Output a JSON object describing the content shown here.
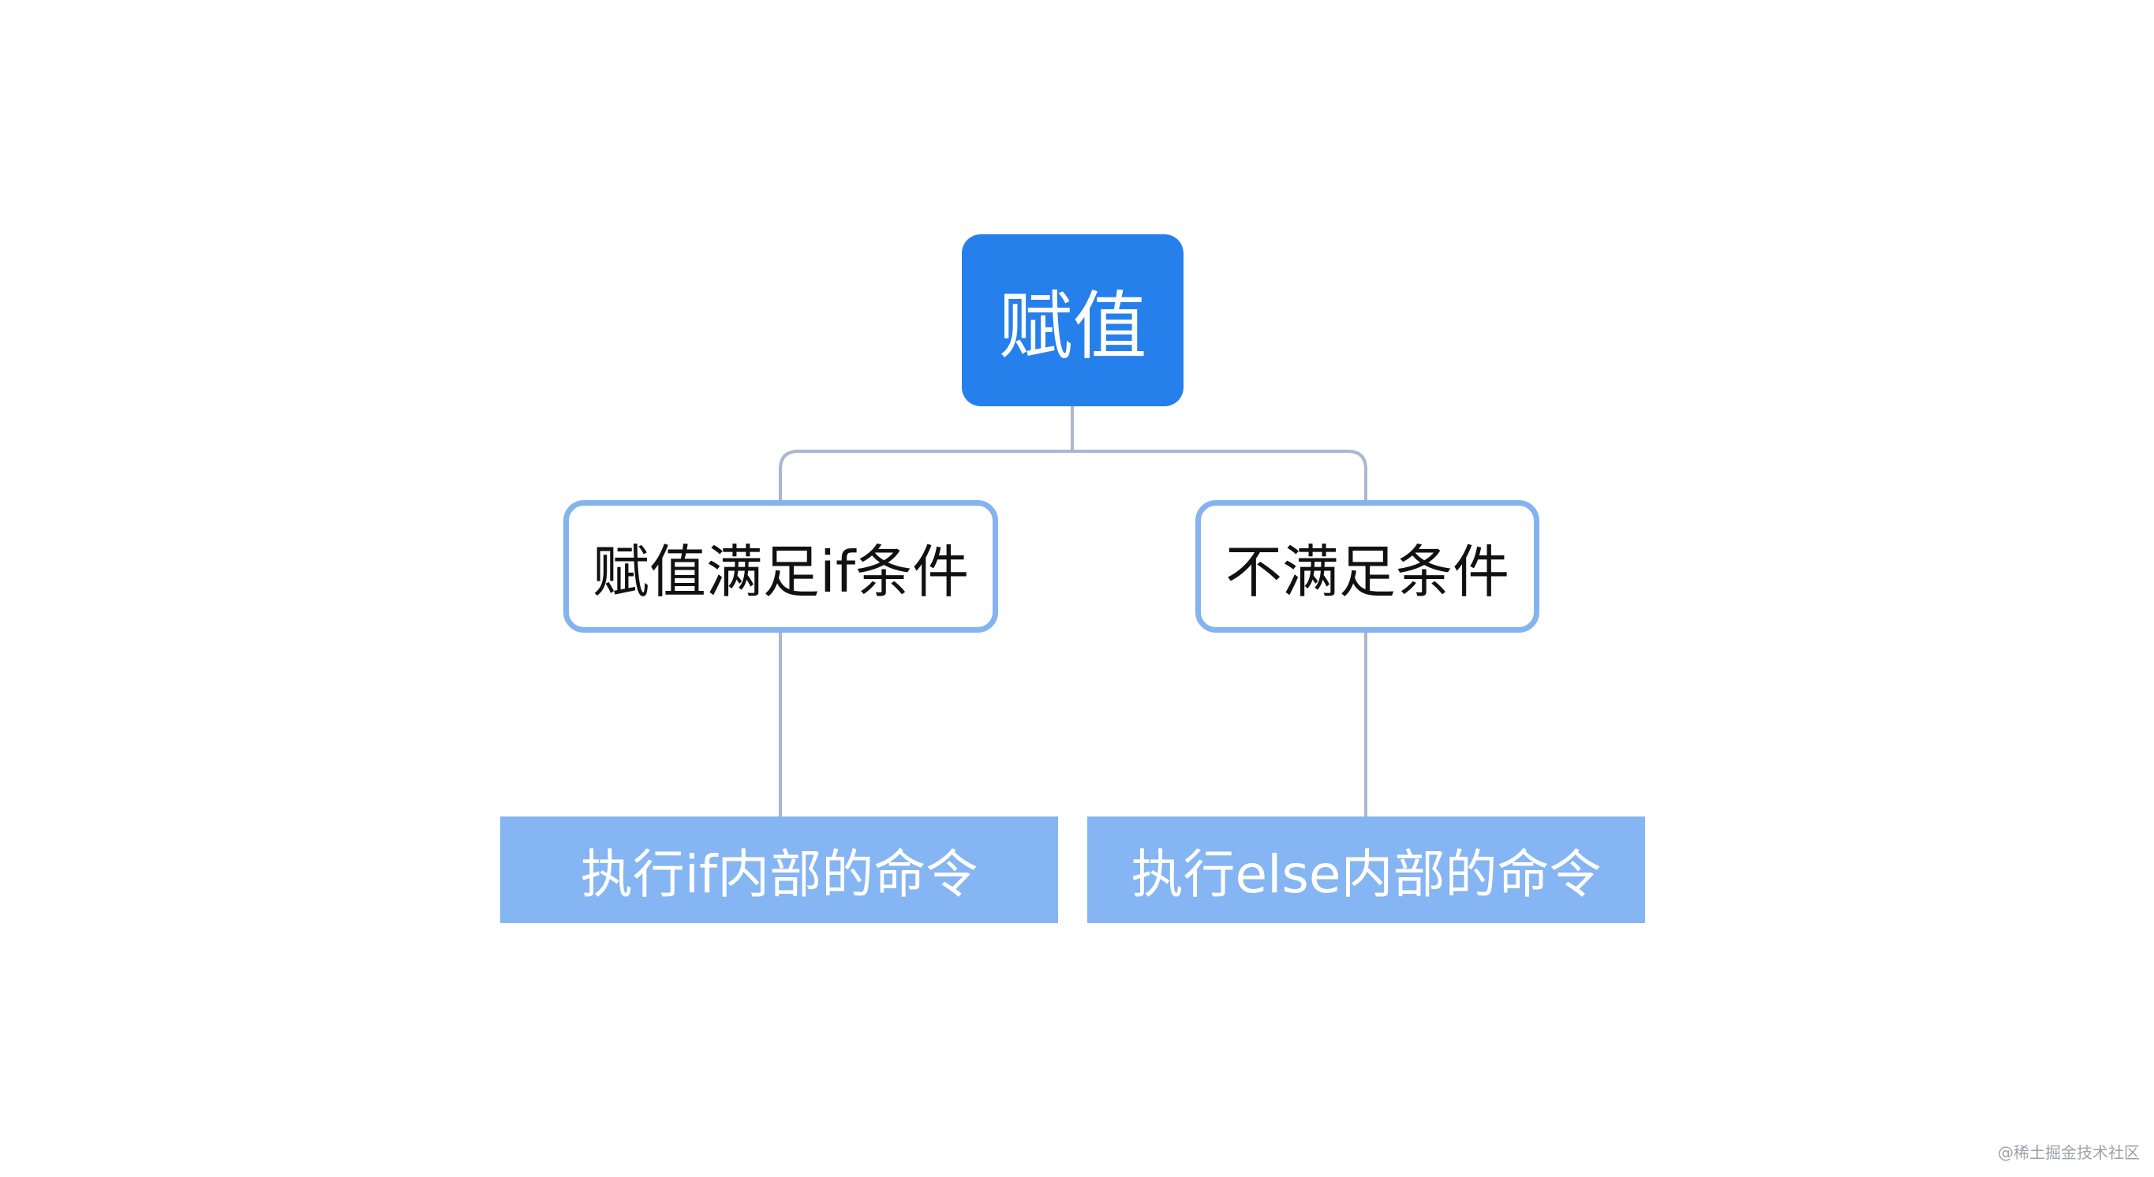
{
  "diagram": {
    "root": {
      "label": "赋值"
    },
    "branches": [
      {
        "label": "赋值满足if条件"
      },
      {
        "label": "不满足条件"
      }
    ],
    "leaves": [
      {
        "label": "执行if内部的命令"
      },
      {
        "label": "执行else内部的命令"
      }
    ]
  },
  "watermark": "@稀土掘金技术社区",
  "colors": {
    "root_fill": "#2680eb",
    "branch_border": "#84b4ef",
    "leaf_fill": "#85b5f2",
    "connector": "#a9b8cf"
  }
}
